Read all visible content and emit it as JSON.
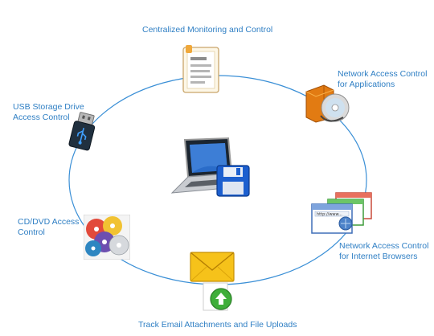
{
  "diagram": {
    "nodes": [
      {
        "id": "monitoring",
        "label": "Centralized Monitoring and Control",
        "icon": "document-list-icon"
      },
      {
        "id": "apps",
        "label_lines": [
          "Network Access Control",
          "for Applications"
        ],
        "icon": "software-box-cd-icon"
      },
      {
        "id": "browsers",
        "label_lines": [
          "Network Access Control",
          "for Internet Browsers"
        ],
        "icon": "browser-windows-icon"
      },
      {
        "id": "email",
        "label": "Track Email Attachments and File Uploads",
        "icon": "envelope-upload-icon"
      },
      {
        "id": "cddvd",
        "label_lines": [
          "CD/DVD Access",
          "Control"
        ],
        "icon": "cd-dvd-discs-icon"
      },
      {
        "id": "usb",
        "label_lines": [
          "USB Storage Drive",
          "Access Control"
        ],
        "icon": "usb-drive-icon"
      }
    ],
    "center": {
      "icon": "laptop-save-icon"
    },
    "address_bar_text": "http://www...",
    "colors": {
      "ring": "#3a8fd6",
      "label": "#2f7fc4",
      "save_blue": "#1c5fcf",
      "envelope": "#f6c21a",
      "upload_green": "#3fae3a"
    }
  }
}
